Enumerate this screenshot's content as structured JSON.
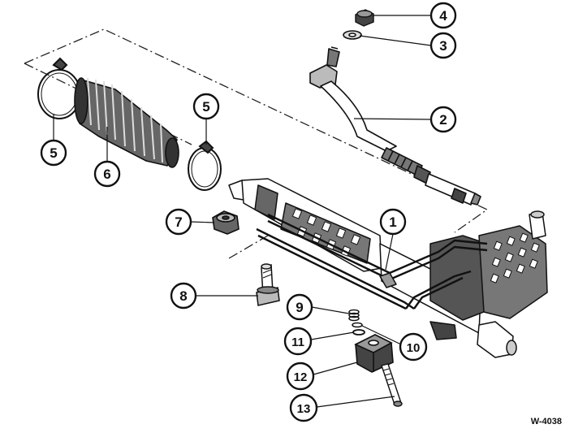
{
  "figure_code": "W-4038",
  "callouts": [
    {
      "id": "4",
      "text": "4"
    },
    {
      "id": "3",
      "text": "3"
    },
    {
      "id": "2",
      "text": "2"
    },
    {
      "id": "5a",
      "text": "5"
    },
    {
      "id": "5b",
      "text": "5"
    },
    {
      "id": "6",
      "text": "6"
    },
    {
      "id": "7",
      "text": "7"
    },
    {
      "id": "1",
      "text": "1"
    },
    {
      "id": "8",
      "text": "8"
    },
    {
      "id": "9",
      "text": "9"
    },
    {
      "id": "10",
      "text": "10"
    },
    {
      "id": "11",
      "text": "11"
    },
    {
      "id": "12",
      "text": "12"
    },
    {
      "id": "13",
      "text": "13"
    }
  ]
}
